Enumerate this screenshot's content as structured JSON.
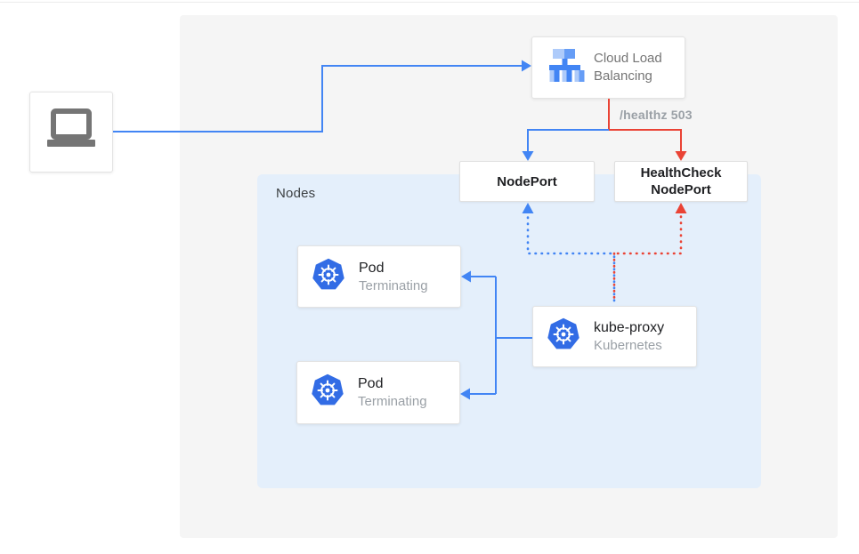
{
  "colors": {
    "blue": "#4285f4",
    "red": "#ea4335",
    "panel-gray": "#f5f5f5",
    "panel-blue": "#e4effb",
    "k8s-blue": "#326ce5",
    "icon-gray": "#757575",
    "lb-light": "#aecbfa",
    "lb-mid": "#669df6"
  },
  "diagram": {
    "load_balancer": {
      "label": "Cloud Load Balancing"
    },
    "healthz_label": "/healthz 503",
    "nodeport_label": "NodePort",
    "healthcheck_nodeport_label": "HealthCheck NodePort",
    "nodes_panel_label": "Nodes",
    "pod1": {
      "title": "Pod",
      "status": "Terminating"
    },
    "pod2": {
      "title": "Pod",
      "status": "Terminating"
    },
    "kube_proxy": {
      "title": "kube-proxy",
      "subtitle": "Kubernetes"
    }
  }
}
